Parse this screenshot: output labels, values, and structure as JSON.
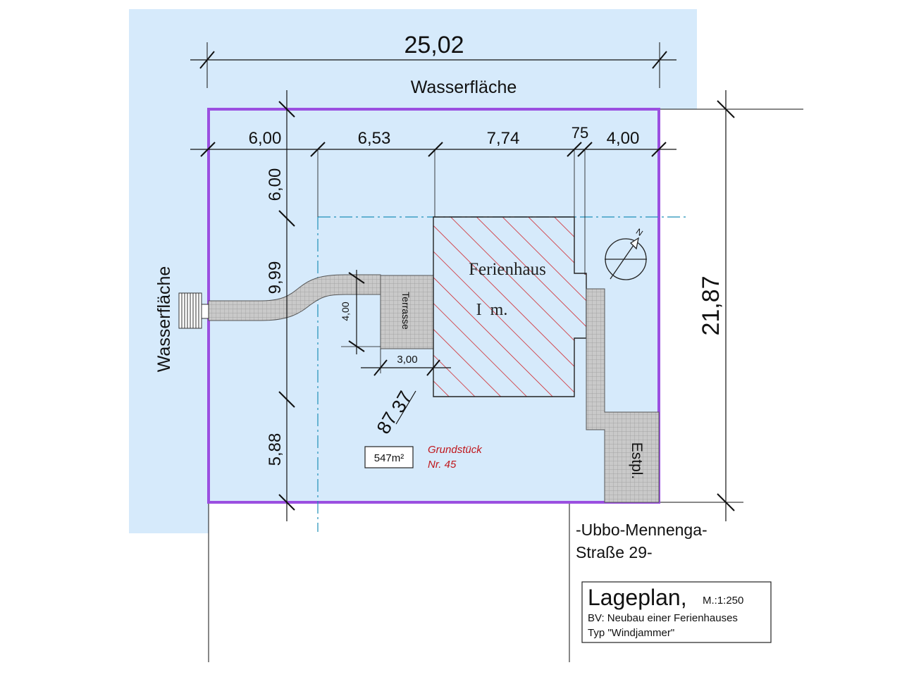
{
  "water": {
    "label_top": "Wasserfläche",
    "label_left": "Wasserfläche",
    "color": "#d6eafb"
  },
  "plot_color": "#9b4fe0",
  "hatch_color": "#d0262b",
  "dimensions": {
    "overall_width": "25,02",
    "overall_depth": "21,87",
    "top_segments": [
      "6,00",
      "6,53",
      "7,74",
      "75",
      "4,00"
    ],
    "left_segments": [
      "6,00",
      "9,99",
      "5,88"
    ],
    "terrace_depth": "4,00",
    "terrace_width": "3,00"
  },
  "building": {
    "name": "Ferienhaus",
    "floors": "I  m."
  },
  "terrace_label": "Terrasse",
  "parking_label": "Estpl.",
  "fraction": {
    "numerator": "37",
    "denominator": "87"
  },
  "area": "547m²",
  "parcel": {
    "line1": "Grundstück",
    "line2": "Nr. 45"
  },
  "street": {
    "line1": "-Ubbo-Mennenga-",
    "line2": "Straße 29-"
  },
  "north_label": "N",
  "title_block": {
    "title": "Lageplan,",
    "scale": "M.:1:250",
    "line1": "BV: Neubau einer Ferienhauses",
    "line2": "Typ \"Windjammer\""
  }
}
